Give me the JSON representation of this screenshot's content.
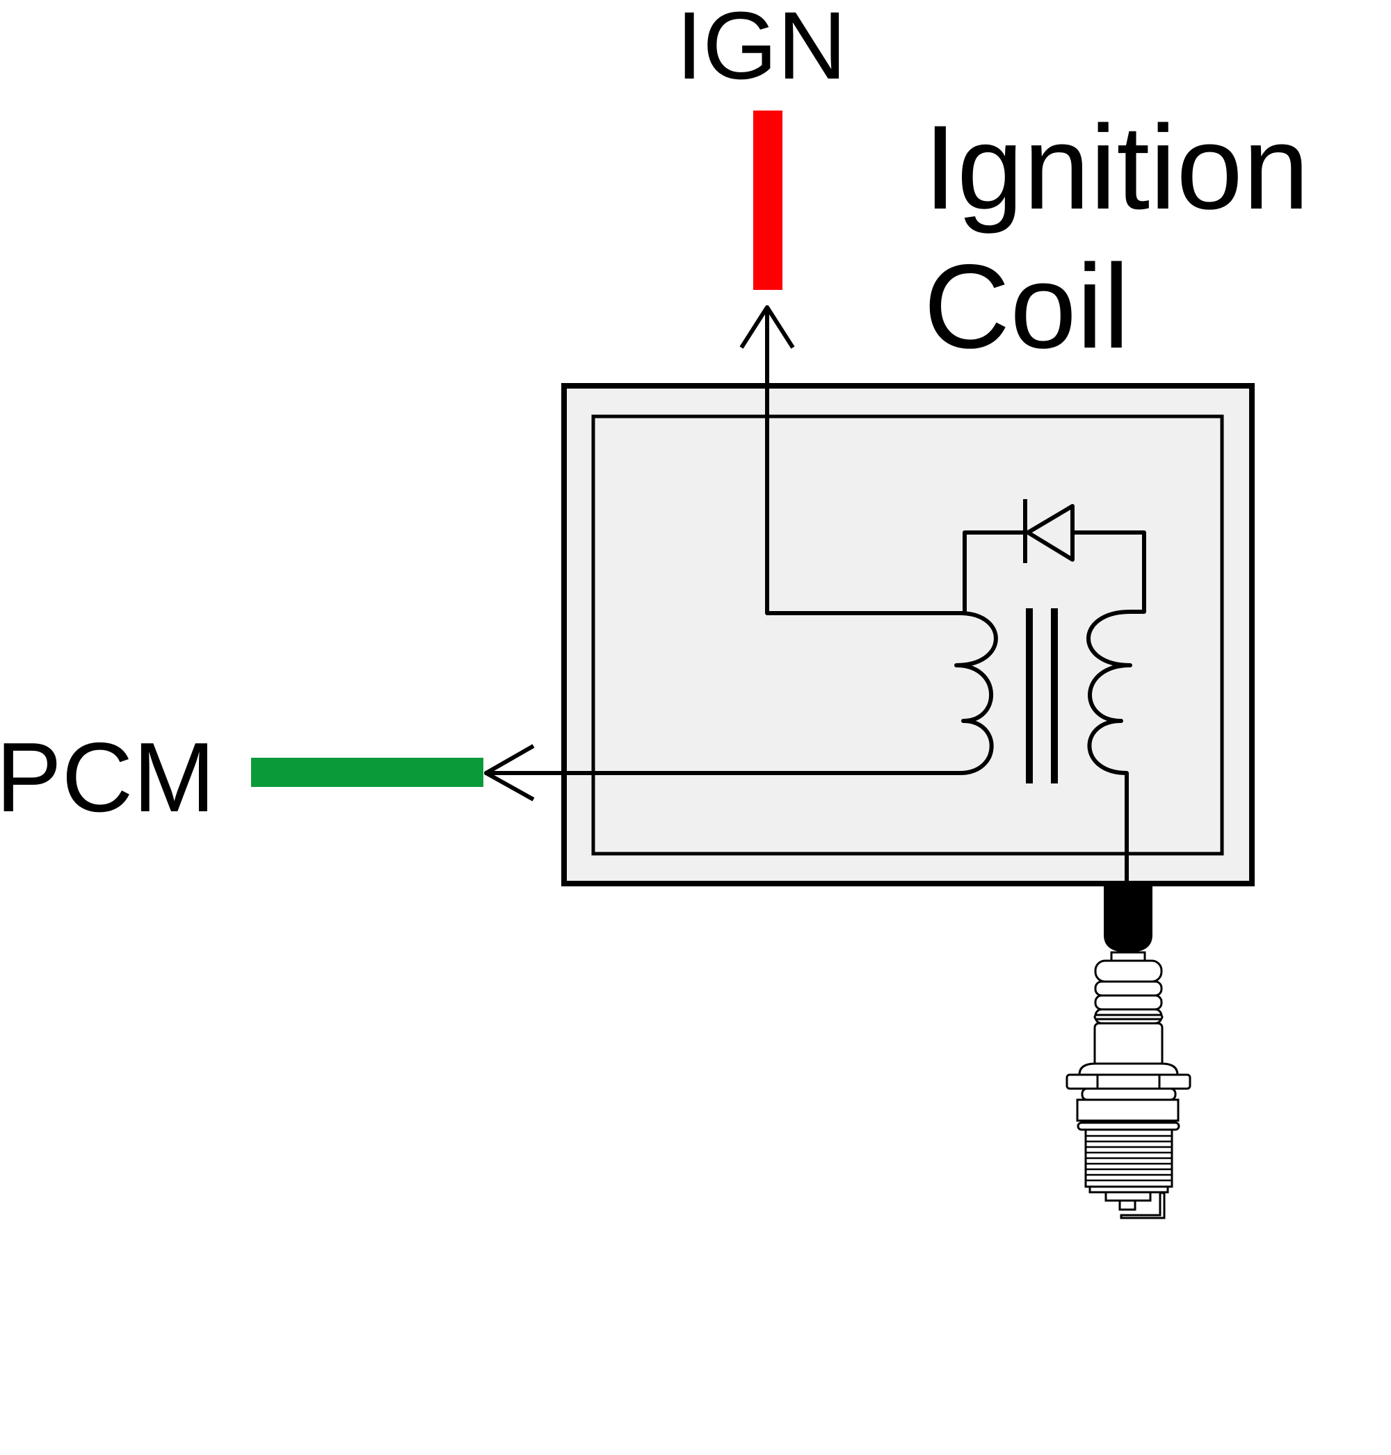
{
  "labels": {
    "ign": "IGN",
    "pcm": "PCM",
    "title_line1": "Ignition",
    "title_line2": "Coil"
  },
  "colors": {
    "ign_wire": "#ff0000",
    "pcm_wire": "#0a9a3a",
    "coil_housing": "#f0f0f0",
    "stroke": "#000000"
  },
  "components": [
    "ign-wire",
    "pcm-wire",
    "ignition-coil-housing",
    "primary-winding",
    "secondary-winding",
    "iron-core",
    "diode",
    "spark-plug-boot",
    "spark-plug"
  ]
}
